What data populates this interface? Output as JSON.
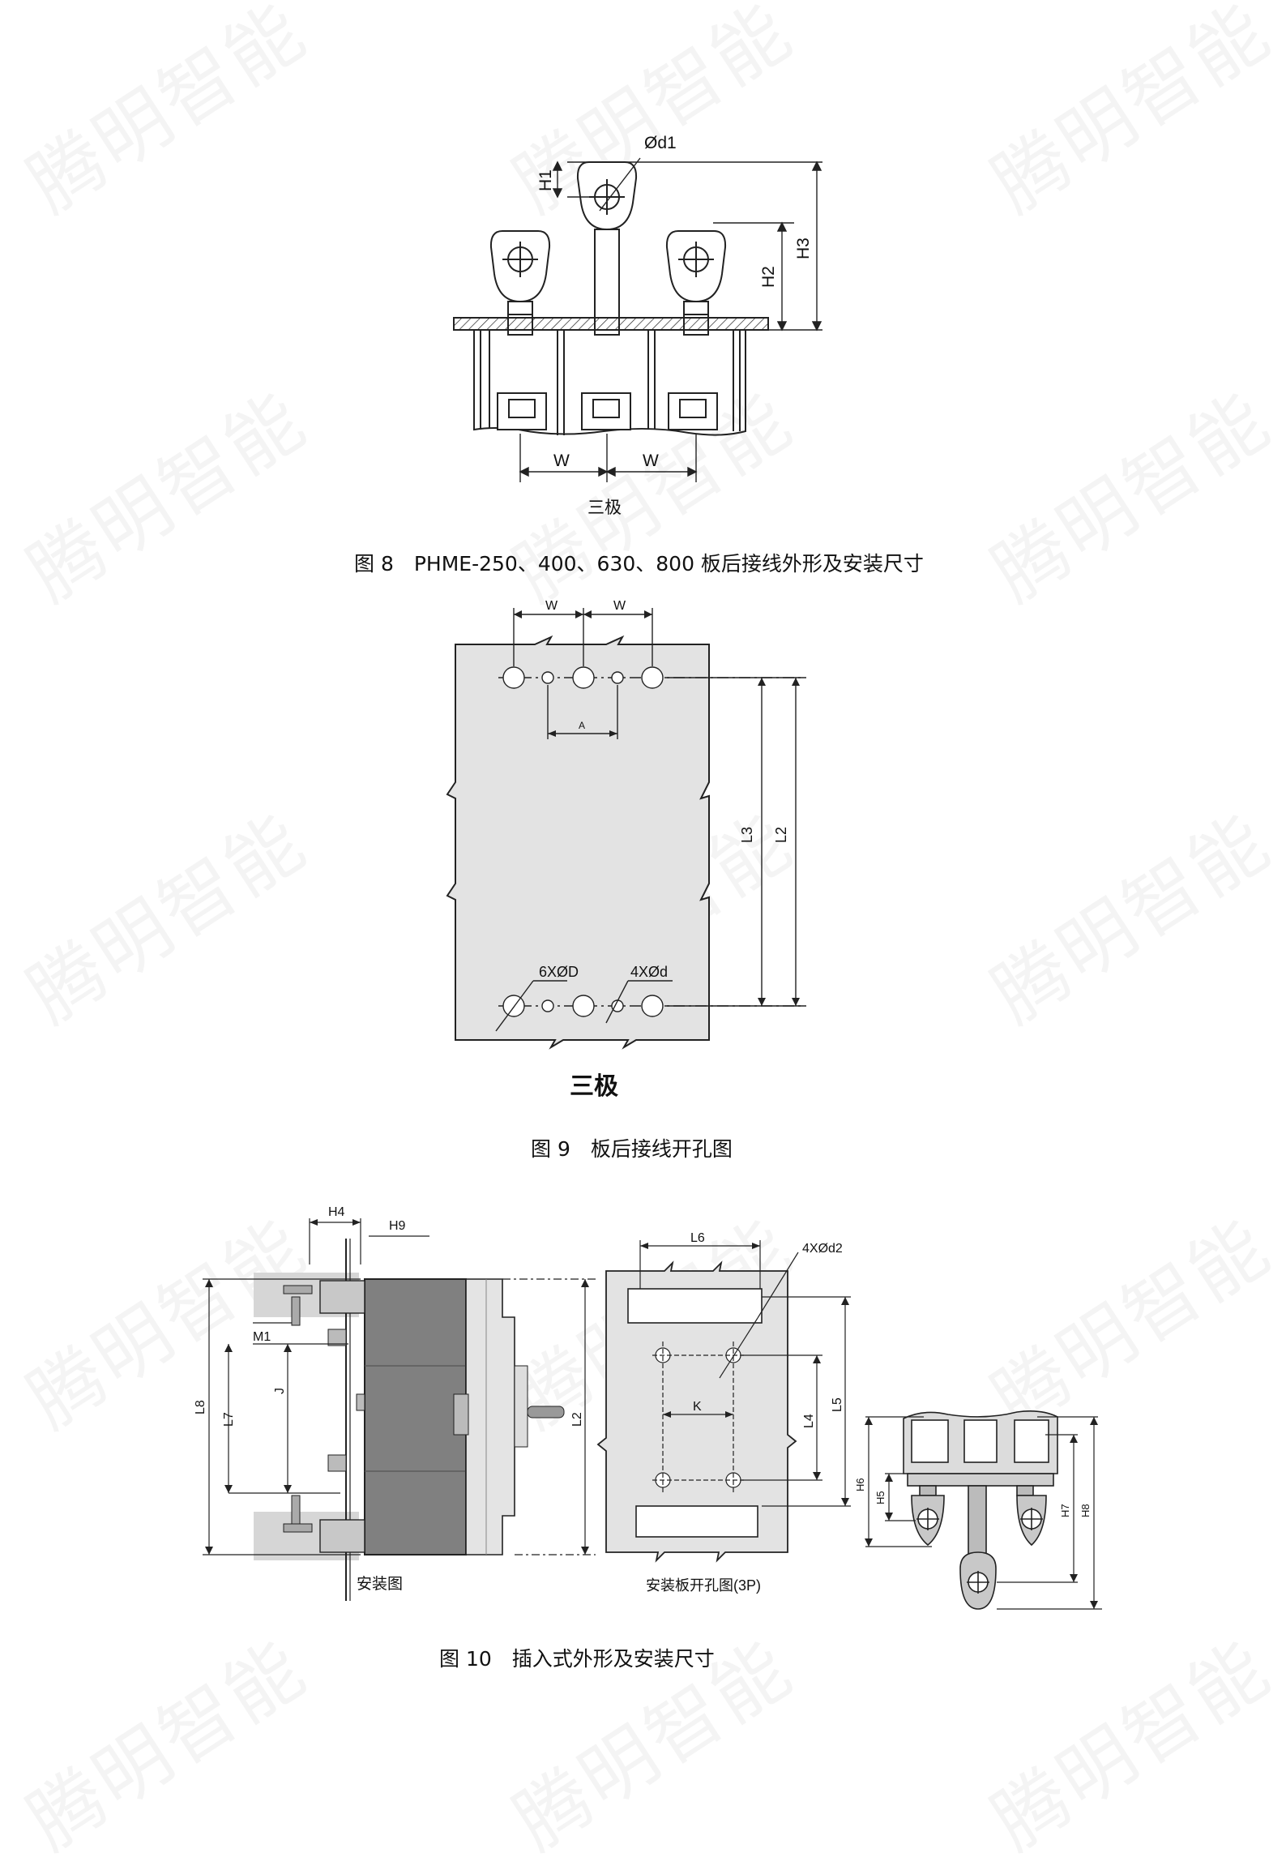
{
  "watermark": "腾明智能",
  "fig8": {
    "labels": {
      "d1": "Ød1",
      "H1": "H1",
      "H2": "H2",
      "H3": "H3",
      "W": "W"
    },
    "sublabel": "三极",
    "caption": "图 8　PHME-250、400、630、800 板后接线外形及安装尺寸"
  },
  "fig9": {
    "labels": {
      "W": "W",
      "A": "A",
      "L2": "L2",
      "L3": "L3",
      "D": "6XØD",
      "d": "4XØd"
    },
    "sublabel": "三极",
    "caption": "图 9　板后接线开孔图"
  },
  "fig10": {
    "labels": {
      "H4": "H4",
      "H9": "H9",
      "M1": "M1",
      "L7": "L7",
      "L8": "L8",
      "J": "J",
      "L2": "L2",
      "L6": "L6",
      "d2": "4XØd2",
      "K": "K",
      "L4": "L4",
      "L5": "L5",
      "H5": "H5",
      "H6": "H6",
      "H7": "H7",
      "H8": "H8"
    },
    "sublabel_left": "安装图",
    "sublabel_mid": "安装板开孔图(3P)",
    "caption": "图 10　插入式外形及安装尺寸"
  }
}
